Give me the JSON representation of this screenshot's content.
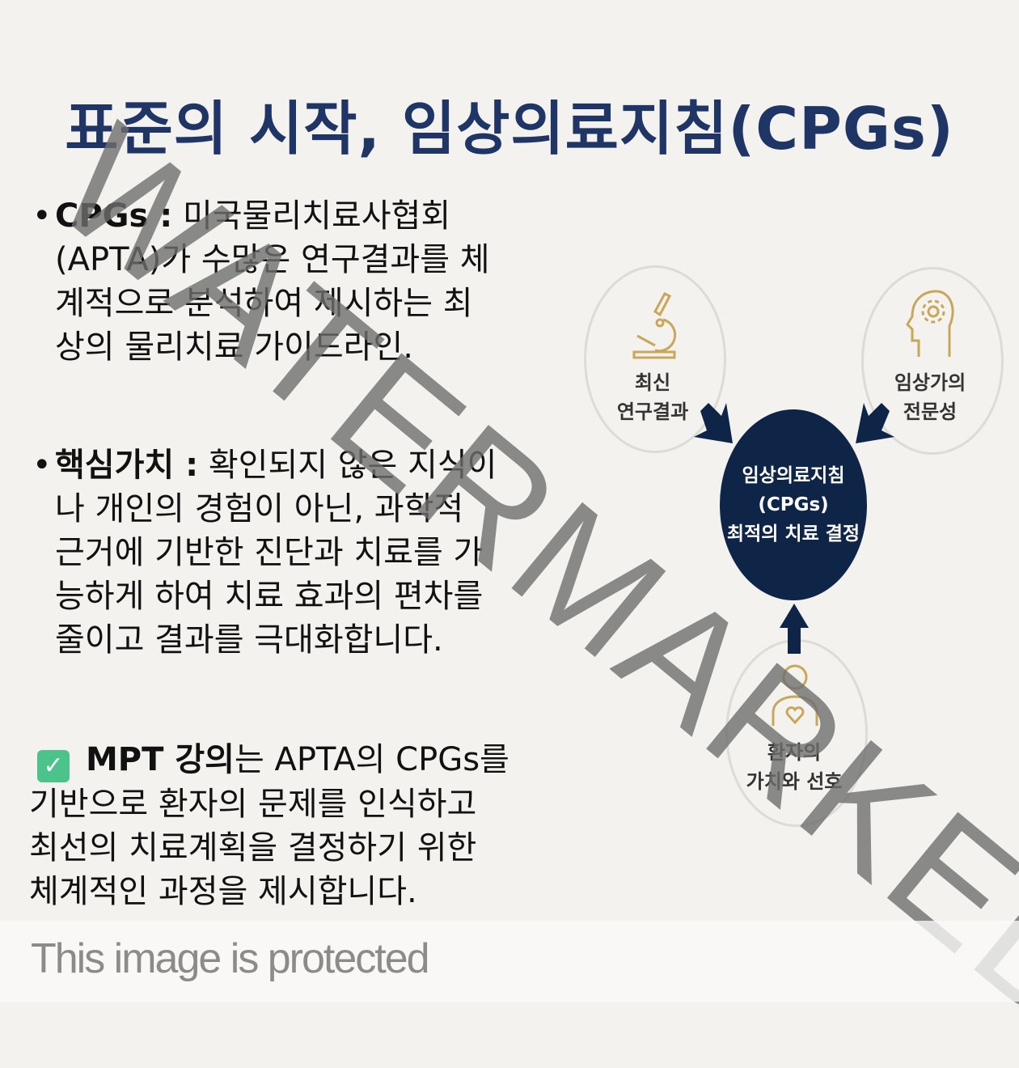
{
  "title": "표준의 시작, 임상의료지침(CPGs)",
  "section1": {
    "term": "CPGs :",
    "lines": [
      "미국물리치료사협회",
      "(APTA)가 수많은 연구결과를 체",
      "계적으로 분석하여 제시하는 최",
      "상의 물리치료 가이드라인."
    ]
  },
  "section2": {
    "term": "핵심가치 :",
    "lines": [
      "확인되지 않은 지식이",
      "나 개인의 경험이 아닌, 과학적",
      "근거에 기반한 진단과 치료를 가",
      "능하게 하여 치료 효과의 편차를",
      "줄이고 결과를 극대화합니다."
    ]
  },
  "section3": {
    "check": "✓",
    "term": "MPT 강의",
    "lines": [
      "는 APTA의 CPGs를",
      "기반으로 환자의 문제를 인식하고",
      "최선의 치료계획을 결정하기 위한",
      "체계적인 과정을 제시합니다."
    ]
  },
  "diagram": {
    "research": [
      "최신",
      "연구결과"
    ],
    "expertise": [
      "임상가의",
      "전문성"
    ],
    "patient": [
      "환자의",
      "가치와 선호"
    ],
    "center": [
      "임상의료지침",
      "(CPGs)",
      "최적의 치료 결정"
    ],
    "icon_color": "#c9a75a",
    "center_color": "#0f2548"
  },
  "watermark": "WATERMARKED",
  "protected": "This image is protected"
}
